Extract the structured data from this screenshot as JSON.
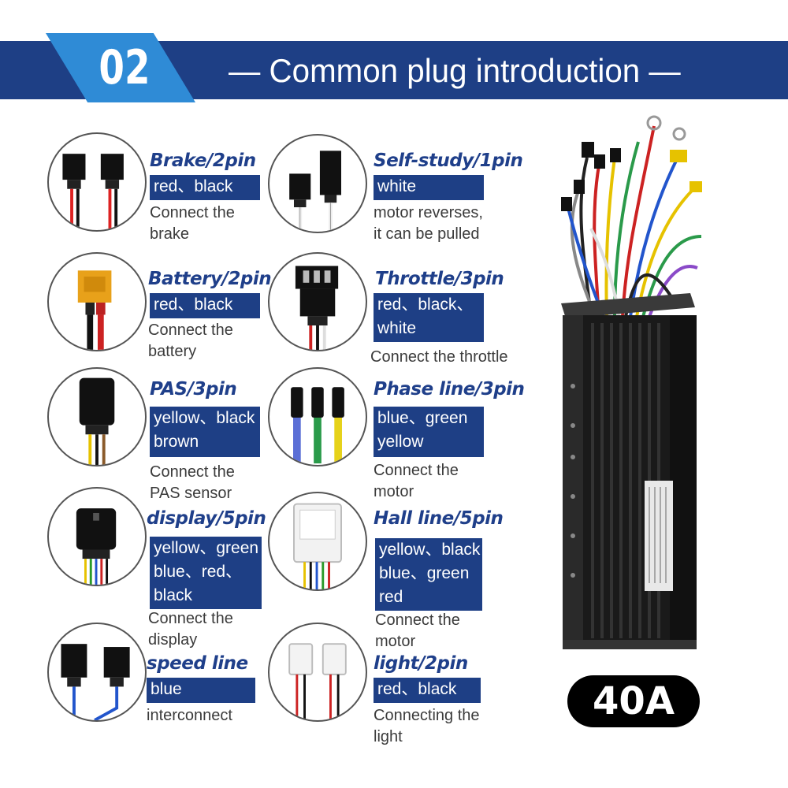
{
  "header": {
    "badge_number": "02",
    "title": "— Common plug introduction —"
  },
  "plugs": [
    {
      "id": "brake",
      "title": "Brake/2pin",
      "colors": [
        "red、black"
      ],
      "description": [
        "Connect the",
        "brake"
      ]
    },
    {
      "id": "battery",
      "title": "Battery/2pin",
      "colors": [
        "red、black"
      ],
      "description": [
        "Connect the",
        "battery"
      ]
    },
    {
      "id": "pas",
      "title": "PAS/3pin",
      "colors": [
        "yellow、black",
        "brown"
      ],
      "description": [
        "Connect the",
        "PAS sensor"
      ]
    },
    {
      "id": "display",
      "title": "display/5pin",
      "colors": [
        "yellow、green",
        "blue、red、",
        "black"
      ],
      "description": [
        "Connect the",
        "display"
      ]
    },
    {
      "id": "speed",
      "title": "speed line",
      "colors": [
        "blue"
      ],
      "description": [
        "interconnect"
      ]
    },
    {
      "id": "selfstudy",
      "title": "Self-study/1pin",
      "colors": [
        "white"
      ],
      "description": [
        "motor reverses,",
        "it can be pulled"
      ]
    },
    {
      "id": "throttle",
      "title": "Throttle/3pin",
      "colors": [
        "red、black、",
        "white"
      ],
      "description": [
        "Connect the throttle"
      ]
    },
    {
      "id": "phase",
      "title": "Phase line/3pin",
      "colors": [
        "blue、green",
        "yellow"
      ],
      "description": [
        "Connect the",
        "motor"
      ]
    },
    {
      "id": "hall",
      "title": "Hall line/5pin",
      "colors": [
        "yellow、black",
        "blue、green",
        "red"
      ],
      "description": [
        "Connect the",
        "motor"
      ]
    },
    {
      "id": "light",
      "title": "light/2pin",
      "colors": [
        "red、black"
      ],
      "description": [
        "Connecting the",
        "light"
      ]
    }
  ],
  "product": {
    "current_rating": "40A"
  },
  "icons": {
    "brake": "brake-connector-icon",
    "battery": "xt60-battery-connector-icon",
    "pas": "pas-connector-icon",
    "display": "display-connector-icon",
    "speed": "speed-line-connector-icon",
    "selfstudy": "self-study-connector-icon",
    "throttle": "throttle-connector-icon",
    "phase": "phase-line-connector-icon",
    "hall": "hall-connector-icon",
    "light": "light-connector-icon",
    "controller": "motor-controller-image"
  },
  "colors": {
    "banner": "#1e3f85",
    "badge": "#2f8bd6",
    "title_text": "#1f3f8a",
    "box": "#1e3f85"
  }
}
